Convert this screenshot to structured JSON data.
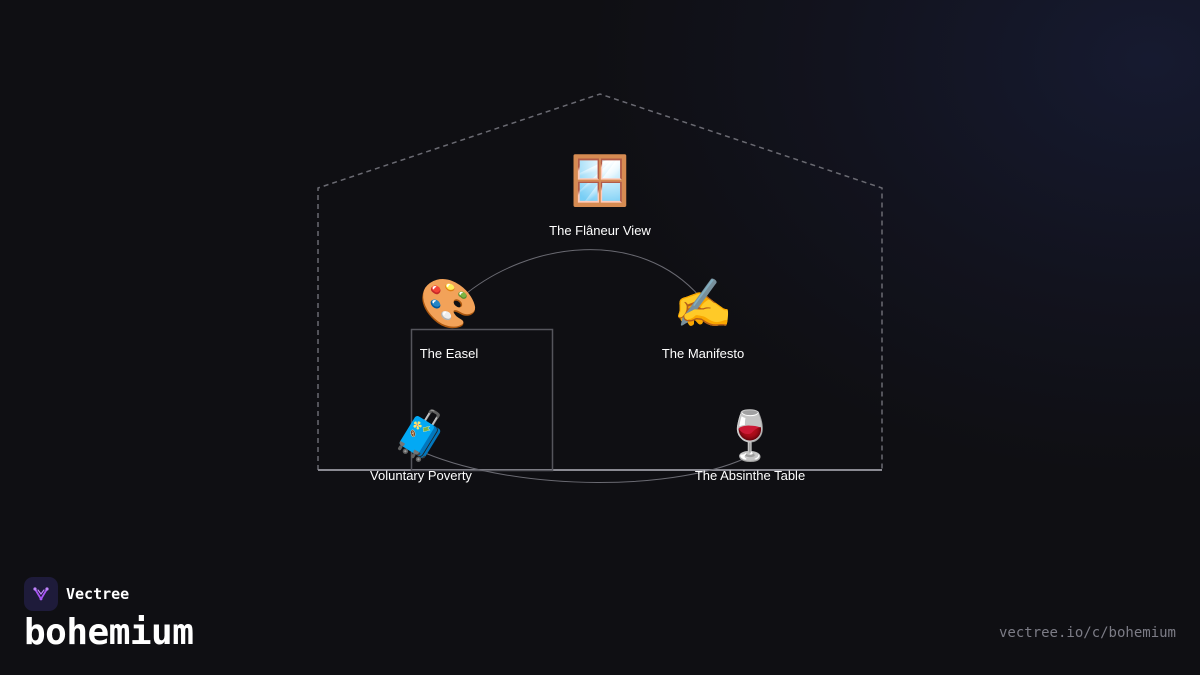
{
  "diagram": {
    "nodes": [
      {
        "icon": "window-icon",
        "emoji": "🪟",
        "label": "The Flâneur View"
      },
      {
        "icon": "artist-palette-icon",
        "emoji": "🎨",
        "label": "The Easel"
      },
      {
        "icon": "writing-hand-icon",
        "emoji": "✍️",
        "label": "The Manifesto"
      },
      {
        "icon": "luggage-icon",
        "emoji": "🧳",
        "label": "Voluntary Poverty"
      },
      {
        "icon": "wine-glass-icon",
        "emoji": "🍷",
        "label": "The Absinthe Table"
      }
    ]
  },
  "footer": {
    "brand": "Vectree",
    "title": "bohemium",
    "url": "vectree.io/c/bohemium"
  },
  "colors": {
    "background": "#0f0f13",
    "outline": "#6a6a72",
    "floor": "#8a8a92",
    "logo_bg": "#1e1b3a",
    "logo_accent": "#a855f7"
  }
}
